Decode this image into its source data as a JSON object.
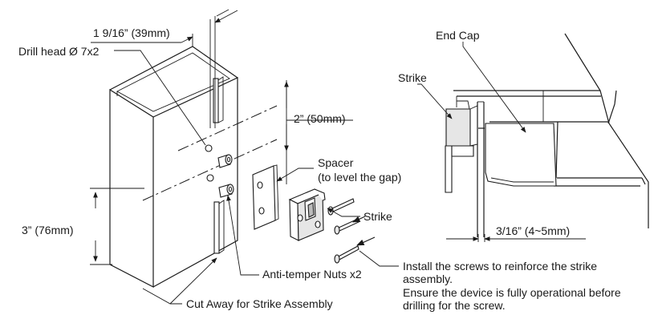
{
  "labels": {
    "width_dim": "1 9/16” (39mm)",
    "drill_head": "Drill head Ø 7x2",
    "spacing_dim": "2” (50mm)",
    "spacer_line1": "Spacer",
    "spacer_line2": "(to level the gap)",
    "strike_left": "Strike",
    "height_dim": "3” (76mm)",
    "anti_temper": "Anti-temper Nuts x2",
    "cut_away": "Cut Away for Strike Assembly",
    "install_line1": "Install the screws to reinforce the strike",
    "install_line2": "assembly.",
    "install_line3": "Ensure the device is fully operational before",
    "install_line4": "drilling for the screw.",
    "end_cap": "End Cap",
    "strike_right": "Strike",
    "gap_dim": "3/16” (4~5mm)"
  }
}
